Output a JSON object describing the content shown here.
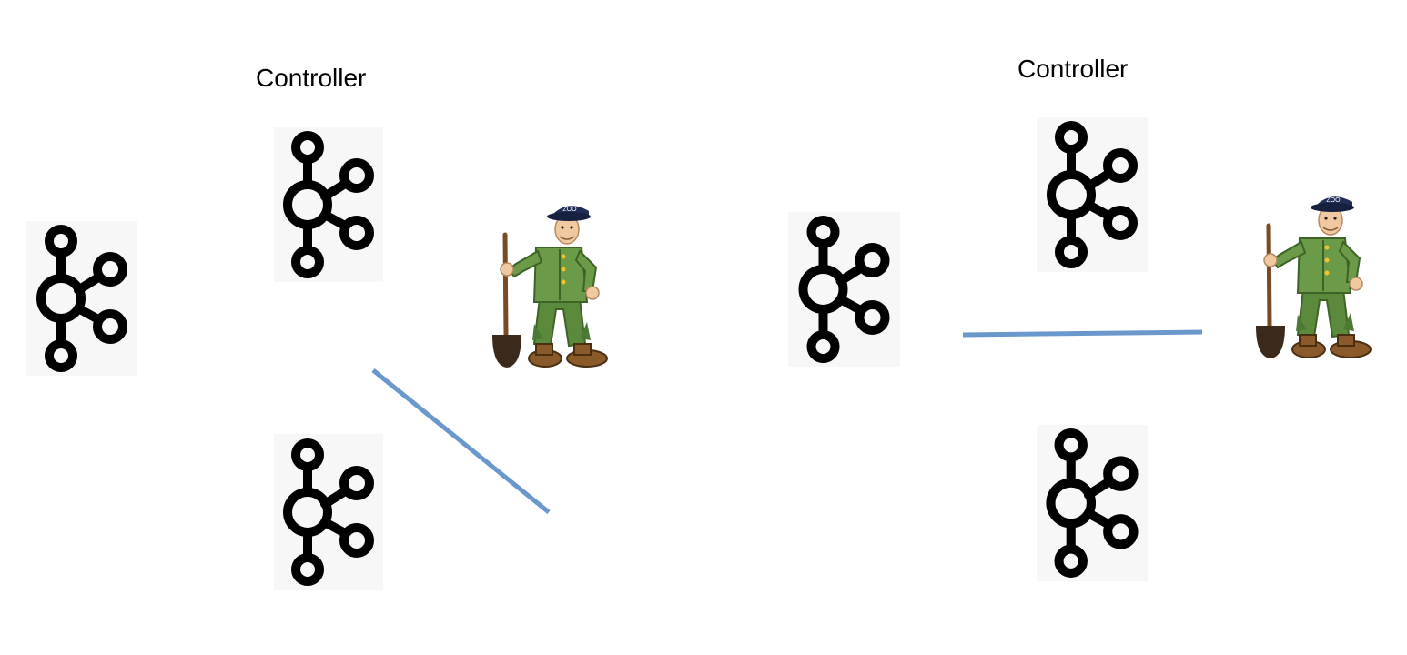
{
  "diagram": {
    "left_cluster": {
      "controller_label": "Controller",
      "nodes": [
        {
          "role": "broker",
          "icon": "kafka-broker-icon"
        },
        {
          "role": "controller-broker",
          "icon": "kafka-broker-icon"
        },
        {
          "role": "broker",
          "icon": "kafka-broker-icon"
        },
        {
          "role": "zookeeper",
          "icon": "zookeeper-zookeeper-character-icon"
        }
      ]
    },
    "right_cluster": {
      "controller_label": "Controller",
      "nodes": [
        {
          "role": "broker",
          "icon": "kafka-broker-icon"
        },
        {
          "role": "controller-broker",
          "icon": "kafka-broker-icon"
        },
        {
          "role": "broker",
          "icon": "kafka-broker-icon"
        },
        {
          "role": "zookeeper",
          "icon": "zookeeper-zookeeper-character-icon"
        }
      ]
    },
    "line_color": "#6a98cc",
    "icon_color": "#000000",
    "tile_color": "#f7f7f7",
    "cap_text": "ZOO"
  }
}
